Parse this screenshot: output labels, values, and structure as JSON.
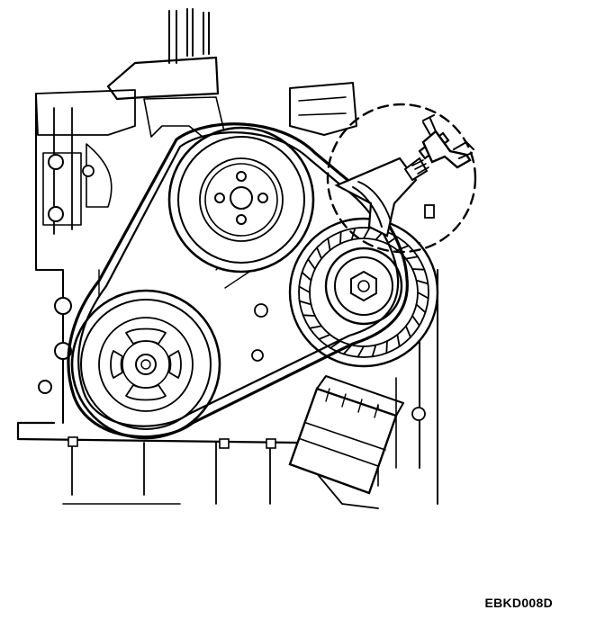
{
  "figure": {
    "caption": "EBKD008D",
    "parts": {
      "crankshaft_pulley": "crankshaft-pulley",
      "water_pump_pulley": "water-pump-pulley",
      "alternator": "alternator",
      "tension_gauge": "belt-tension-gauge",
      "oil_filter": "oil-filter",
      "drive_belt": "drive-belt"
    }
  }
}
